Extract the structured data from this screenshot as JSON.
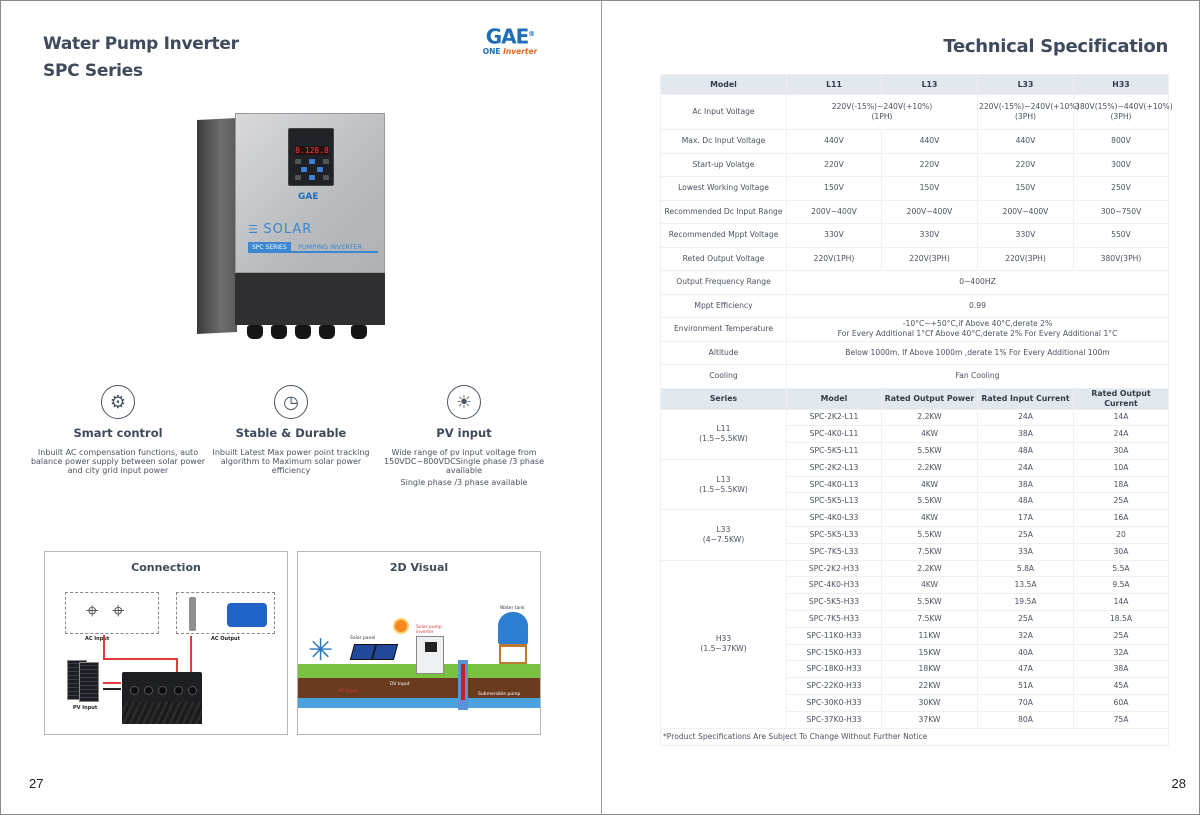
{
  "left_page": {
    "title_line1": "Water Pump Inverter",
    "title_line2": "SPC Series",
    "logo": {
      "mark": "GAE",
      "registered": "®",
      "one": "ONE",
      "inverter": "Inverter"
    },
    "product_image": {
      "display": "8.128.8",
      "brand": "GAE",
      "solar_label": "SOLAR",
      "series_tag": "SPC SERIES",
      "series_text": "PUMPING INVERTER"
    },
    "features": [
      {
        "icon": "gear-icon",
        "glyph": "⚙",
        "title": "Smart control",
        "desc": "Inbuilt AC compensation functions, auto balance power supply between solar power and city grid input power",
        "desc2": ""
      },
      {
        "icon": "clock-shield-icon",
        "glyph": "◷",
        "title": "Stable & Durable",
        "desc": "Inbuilt Latest Max power point tracking algorithm to Maximum solar power efficiency",
        "desc2": ""
      },
      {
        "icon": "sun-icon",
        "glyph": "☀",
        "title": "PV input",
        "desc": "Wide range of pv input voltage from 150VDC~800VDCSingle phase /3 phase available",
        "desc2": "Single phase /3 phase available"
      }
    ],
    "connection": {
      "title": "Connection",
      "ac_input": "AC Input",
      "ac_output": "AC Output",
      "pv_input": "PV Input",
      "plus": "+",
      "minus": "-"
    },
    "visual_2d": {
      "title": "2D Visual",
      "solar_panel": "Solar panel",
      "solar_pump_inverter": "Solar pump inverter",
      "water_tank": "Water tank",
      "dc_input": "DV Input",
      "ac_input": "AC Input",
      "submersible_pump": "Submersible pump"
    },
    "page_number": "27"
  },
  "right_page": {
    "title": "Technical Specification",
    "spec_table": {
      "headers": [
        "Model",
        "L11",
        "L13",
        "L33",
        "H33"
      ],
      "ac_input_voltage": {
        "label": "Ac Input Voltage",
        "l11_l13": "220V(-15%)~240V(+10%)",
        "l11_l13_phase": "(1PH)",
        "l33": "220V(-15%)~240V(+10%)",
        "l33_phase": "(3PH)",
        "h33": "380V(15%)~440V(+10%)",
        "h33_phase": "(3PH)"
      },
      "rows": [
        {
          "label": "Max. Dc Input Voltage",
          "values": [
            "440V",
            "440V",
            "440V",
            "800V"
          ]
        },
        {
          "label": "Start-up Volatge",
          "values": [
            "220V",
            "220V",
            "220V",
            "300V"
          ]
        },
        {
          "label": "Lowest Working Voltage",
          "values": [
            "150V",
            "150V",
            "150V",
            "250V"
          ]
        },
        {
          "label": "Recommended  Dc Input Range",
          "values": [
            "200V~400V",
            "200V~400V",
            "200V~400V",
            "300~750V"
          ]
        },
        {
          "label": "Recommended  Mppt Voltage",
          "values": [
            "330V",
            "330V",
            "330V",
            "550V"
          ]
        },
        {
          "label": "Reted Output Voltage",
          "values": [
            "220V(1PH)",
            "220V(3PH)",
            "220V(3PH)",
            "380V(3PH)"
          ]
        }
      ],
      "merged_rows": [
        {
          "label": "Output Frequency Range",
          "value": "0~400HZ",
          "value2": ""
        },
        {
          "label": "Mppt Efficiency",
          "value": "0.99",
          "value2": ""
        },
        {
          "label": "Environment Temperature",
          "value": "-10°C~+50°C,if Above 40°C,derate 2%",
          "value2": "For Every Additional 1°Cf Above 40°C,derate 2% For Every Additional 1°C"
        },
        {
          "label": "Altitude",
          "value": "Below 1000m, If Above 1000m ,derate 1% For Every Additional 100m",
          "value2": ""
        },
        {
          "label": "Cooling",
          "value": "Fan Cooling",
          "value2": ""
        }
      ]
    },
    "model_table": {
      "headers": [
        "Series",
        "Model",
        "Rated Output Power",
        "Rated Input Current",
        "Rated Output Current"
      ],
      "series": [
        {
          "name": "L11",
          "range": "(1.5~5.5KW)",
          "models": [
            [
              "SPC-2K2-L11",
              "2.2KW",
              "24A",
              "14A"
            ],
            [
              "SPC-4K0-L11",
              "4KW",
              "38A",
              "24A"
            ],
            [
              "SPC-5K5-L11",
              "5.5KW",
              "48A",
              "30A"
            ]
          ]
        },
        {
          "name": "L13",
          "range": "(1.5~5.5KW)",
          "models": [
            [
              "SPC-2K2-L13",
              "2.2KW",
              "24A",
              "10A"
            ],
            [
              "SPC-4K0-L13",
              "4KW",
              "38A",
              "18A"
            ],
            [
              "SPC-5K5-L13",
              "5.5KW",
              "48A",
              "25A"
            ]
          ]
        },
        {
          "name": "L33",
          "range": "(4~7.5KW)",
          "models": [
            [
              "SPC-4K0-L33",
              "4KW",
              "17A",
              "16A"
            ],
            [
              "SPC-5K5-L33",
              "5.5KW",
              "25A",
              "20"
            ],
            [
              "SPC-7K5-L33",
              "7.5KW",
              "33A",
              "30A"
            ]
          ]
        },
        {
          "name": "H33",
          "range": "(1.5~37KW)",
          "models": [
            [
              "SPC-2K2-H33",
              "2.2KW",
              "5.8A",
              "5.5A"
            ],
            [
              "SPC-4K0-H33",
              "4KW",
              "13.5A",
              "9.5A"
            ],
            [
              "SPC-5K5-H33",
              "5.5KW",
              "19.5A",
              "14A"
            ],
            [
              "SPC-7K5-H33",
              "7.5KW",
              "25A",
              "18.5A"
            ],
            [
              "SPC-11K0-H33",
              "11KW",
              "32A",
              "25A"
            ],
            [
              "SPC-15K0-H33",
              "15KW",
              "40A",
              "32A"
            ],
            [
              "SPC-18K0-H33",
              "18KW",
              "47A",
              "38A"
            ],
            [
              "SPC-22K0-H33",
              "22KW",
              "51A",
              "45A"
            ],
            [
              "SPC-30K0-H33",
              "30KW",
              "70A",
              "60A"
            ],
            [
              "SPC-37K0-H33",
              "37KW",
              "80A",
              "75A"
            ]
          ]
        }
      ]
    },
    "footnote": "*Product Specifications Are Subject To Change Without Further Notice",
    "page_number": "28"
  },
  "colors": {
    "heading": "#3f4b5c",
    "table_header_bg": "#e3e8ef",
    "brand_blue": "#1e6fb8",
    "brand_orange": "#e8661f",
    "wire_red": "#e23b3b"
  }
}
